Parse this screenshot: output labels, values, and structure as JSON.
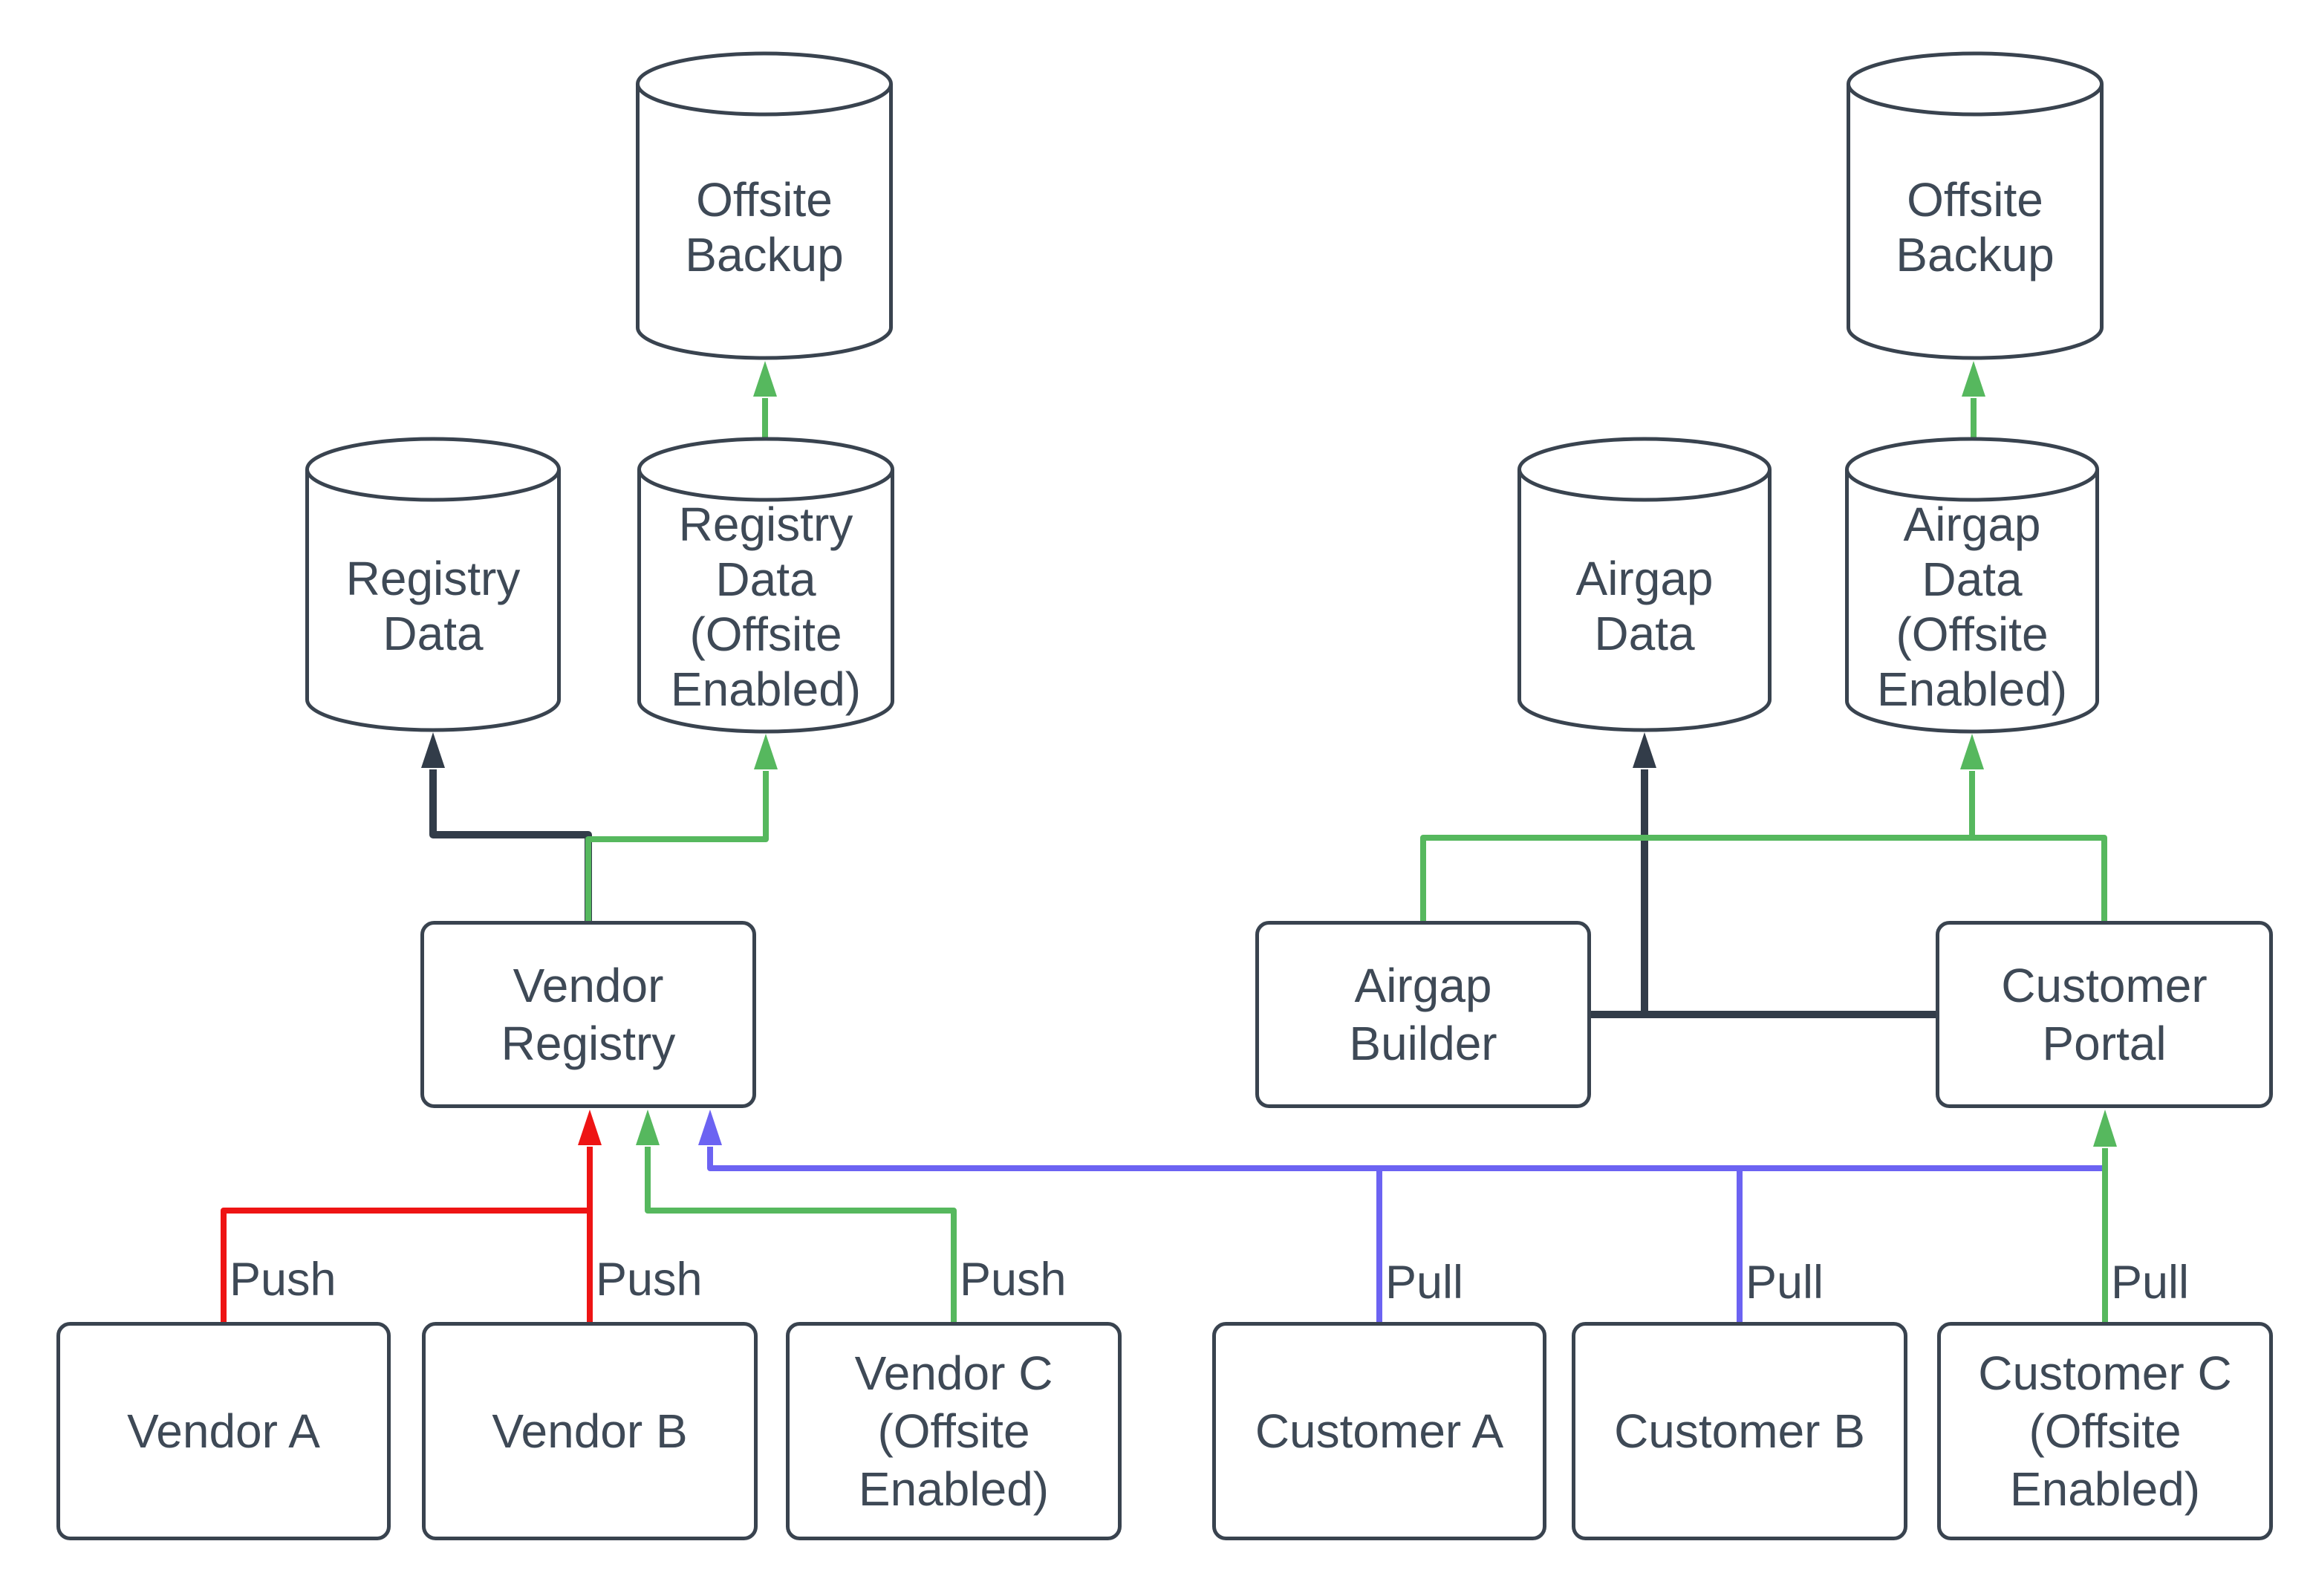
{
  "diagram": {
    "background": "#ffffff",
    "colors": {
      "outline": "#39434f",
      "text": "#3e4956",
      "edge_dark": "#323c49",
      "edge_green": "#56b85e",
      "edge_red": "#ee1414",
      "edge_blue": "#6c63f2"
    },
    "nodes": {
      "offsite_backup_left": {
        "label": "Offsite\nBackup",
        "shape": "cylinder"
      },
      "registry_data": {
        "label": "Registry\nData",
        "shape": "cylinder"
      },
      "registry_data_offsite": {
        "label": "Registry\nData\n(Offsite\nEnabled)",
        "shape": "cylinder"
      },
      "vendor_registry": {
        "label": "Vendor\nRegistry",
        "shape": "box"
      },
      "vendor_a": {
        "label": "Vendor A",
        "shape": "box"
      },
      "vendor_b": {
        "label": "Vendor B",
        "shape": "box"
      },
      "vendor_c": {
        "label": "Vendor C\n(Offsite\nEnabled)",
        "shape": "box"
      },
      "offsite_backup_right": {
        "label": "Offsite\nBackup",
        "shape": "cylinder"
      },
      "airgap_data": {
        "label": "Airgap\nData",
        "shape": "cylinder"
      },
      "airgap_data_offsite": {
        "label": "Airgap\nData\n(Offsite\nEnabled)",
        "shape": "cylinder"
      },
      "airgap_builder": {
        "label": "Airgap\nBuilder",
        "shape": "box"
      },
      "customer_portal": {
        "label": "Customer\nPortal",
        "shape": "box"
      },
      "customer_a": {
        "label": "Customer A",
        "shape": "box"
      },
      "customer_b": {
        "label": "Customer B",
        "shape": "box"
      },
      "customer_c": {
        "label": "Customer C\n(Offsite\nEnabled)",
        "shape": "box"
      }
    },
    "edge_labels": {
      "push_vendor_a": "Push",
      "push_vendor_b": "Push",
      "push_vendor_c": "Push",
      "pull_customer_a": "Pull",
      "pull_customer_b": "Pull",
      "pull_customer_c": "Pull"
    },
    "edges": [
      {
        "from": "vendor_a",
        "to": "vendor_registry",
        "label": "Push",
        "color": "red"
      },
      {
        "from": "vendor_b",
        "to": "vendor_registry",
        "label": "Push",
        "color": "red"
      },
      {
        "from": "vendor_c",
        "to": "vendor_registry",
        "label": "Push",
        "color": "green"
      },
      {
        "from": "vendor_registry",
        "to": "registry_data",
        "color": "dark"
      },
      {
        "from": "vendor_registry",
        "to": "registry_data_offsite",
        "color": "green"
      },
      {
        "from": "registry_data_offsite",
        "to": "offsite_backup_left",
        "color": "green"
      },
      {
        "from": "customer_a",
        "to": "vendor_registry",
        "label": "Pull",
        "color": "blue"
      },
      {
        "from": "customer_b",
        "to": "vendor_registry",
        "label": "Pull",
        "color": "blue"
      },
      {
        "from": "customer_c",
        "to": "customer_portal",
        "label": "Pull",
        "color": "green"
      },
      {
        "from": "airgap_builder",
        "to": "airgap_data",
        "color": "dark"
      },
      {
        "from": "customer_portal",
        "to": "airgap_data",
        "color": "dark"
      },
      {
        "from": "airgap_builder",
        "to": "airgap_data_offsite",
        "color": "green"
      },
      {
        "from": "customer_portal",
        "to": "airgap_data_offsite",
        "color": "green"
      },
      {
        "from": "airgap_data_offsite",
        "to": "offsite_backup_right",
        "color": "green"
      }
    ]
  }
}
